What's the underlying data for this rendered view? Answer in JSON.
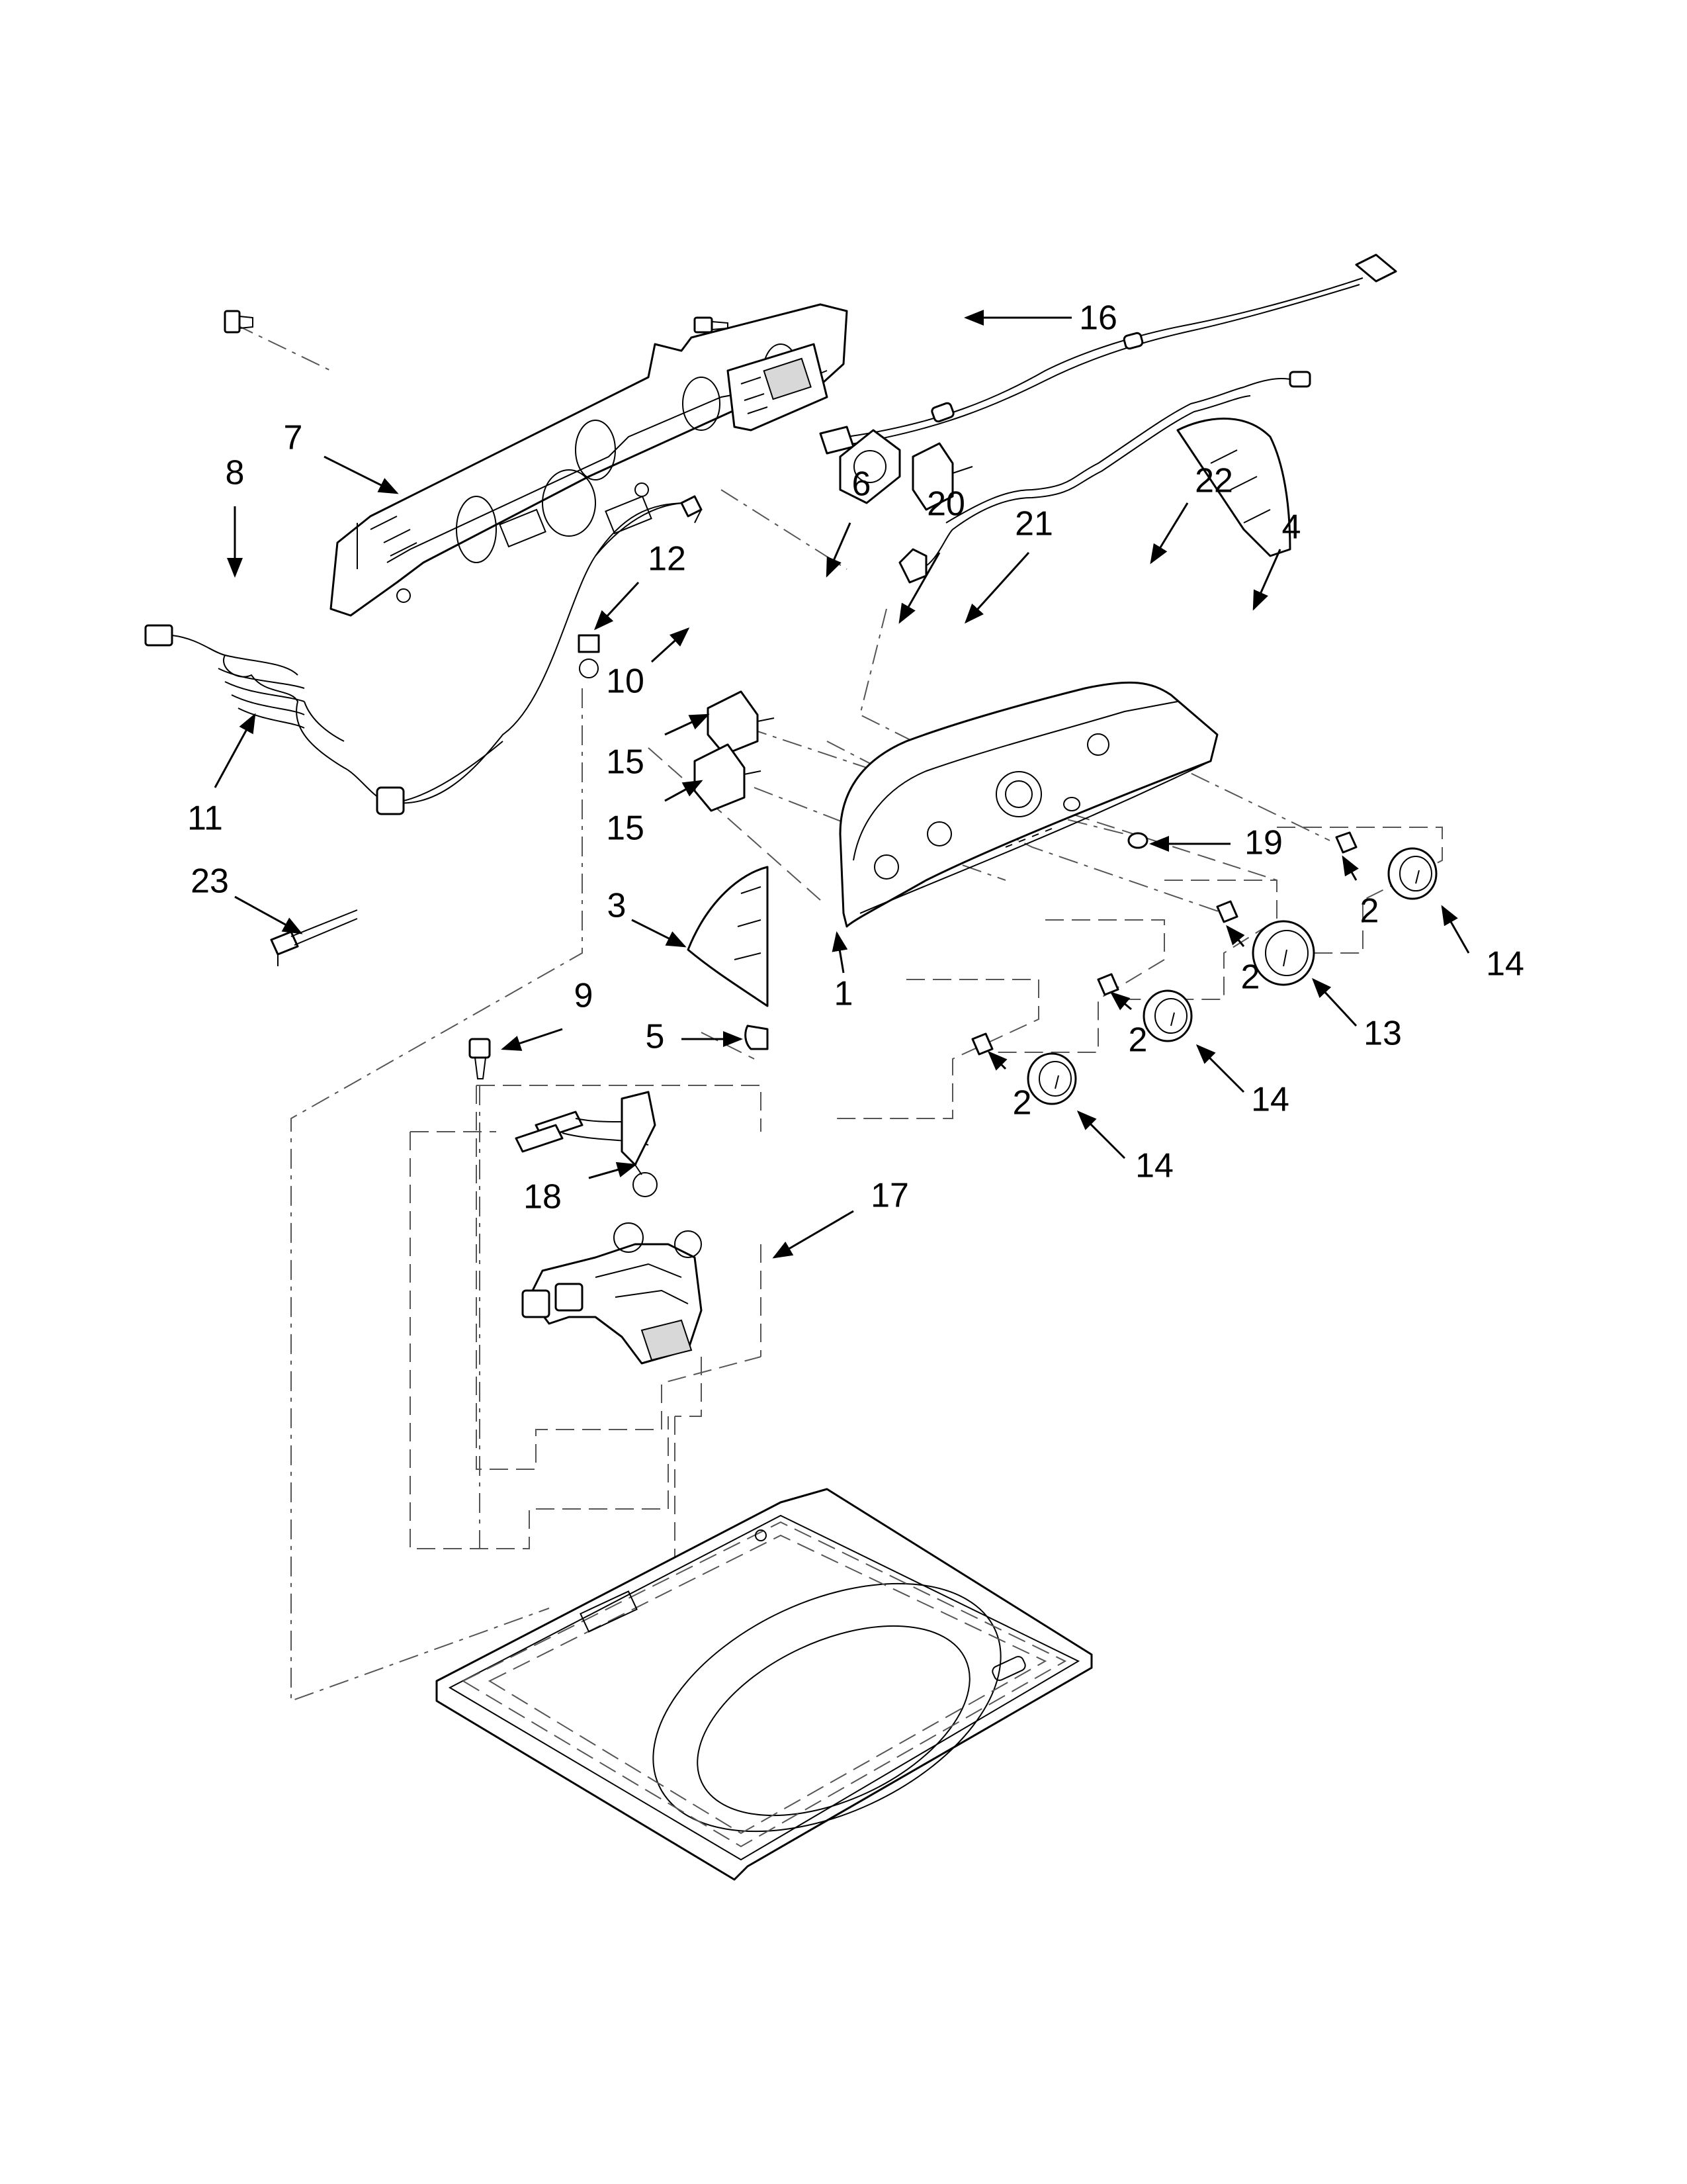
{
  "callouts": [
    {
      "id": "c1",
      "text": "1"
    },
    {
      "id": "c2a",
      "text": "2"
    },
    {
      "id": "c2b",
      "text": "2"
    },
    {
      "id": "c2c",
      "text": "2"
    },
    {
      "id": "c2d",
      "text": "2"
    },
    {
      "id": "c3",
      "text": "3"
    },
    {
      "id": "c4",
      "text": "4"
    },
    {
      "id": "c5",
      "text": "5"
    },
    {
      "id": "c6",
      "text": "6"
    },
    {
      "id": "c7",
      "text": "7"
    },
    {
      "id": "c8",
      "text": "8"
    },
    {
      "id": "c9",
      "text": "9"
    },
    {
      "id": "c10",
      "text": "10"
    },
    {
      "id": "c11",
      "text": "11"
    },
    {
      "id": "c12",
      "text": "12"
    },
    {
      "id": "c13",
      "text": "13"
    },
    {
      "id": "c14a",
      "text": "14"
    },
    {
      "id": "c14b",
      "text": "14"
    },
    {
      "id": "c14c",
      "text": "14"
    },
    {
      "id": "c15a",
      "text": "15"
    },
    {
      "id": "c15b",
      "text": "15"
    },
    {
      "id": "c16",
      "text": "16"
    },
    {
      "id": "c17",
      "text": "17"
    },
    {
      "id": "c18",
      "text": "18"
    },
    {
      "id": "c19",
      "text": "19"
    },
    {
      "id": "c20",
      "text": "20"
    },
    {
      "id": "c21",
      "text": "21"
    },
    {
      "id": "c22",
      "text": "22"
    },
    {
      "id": "c23",
      "text": "23"
    }
  ]
}
